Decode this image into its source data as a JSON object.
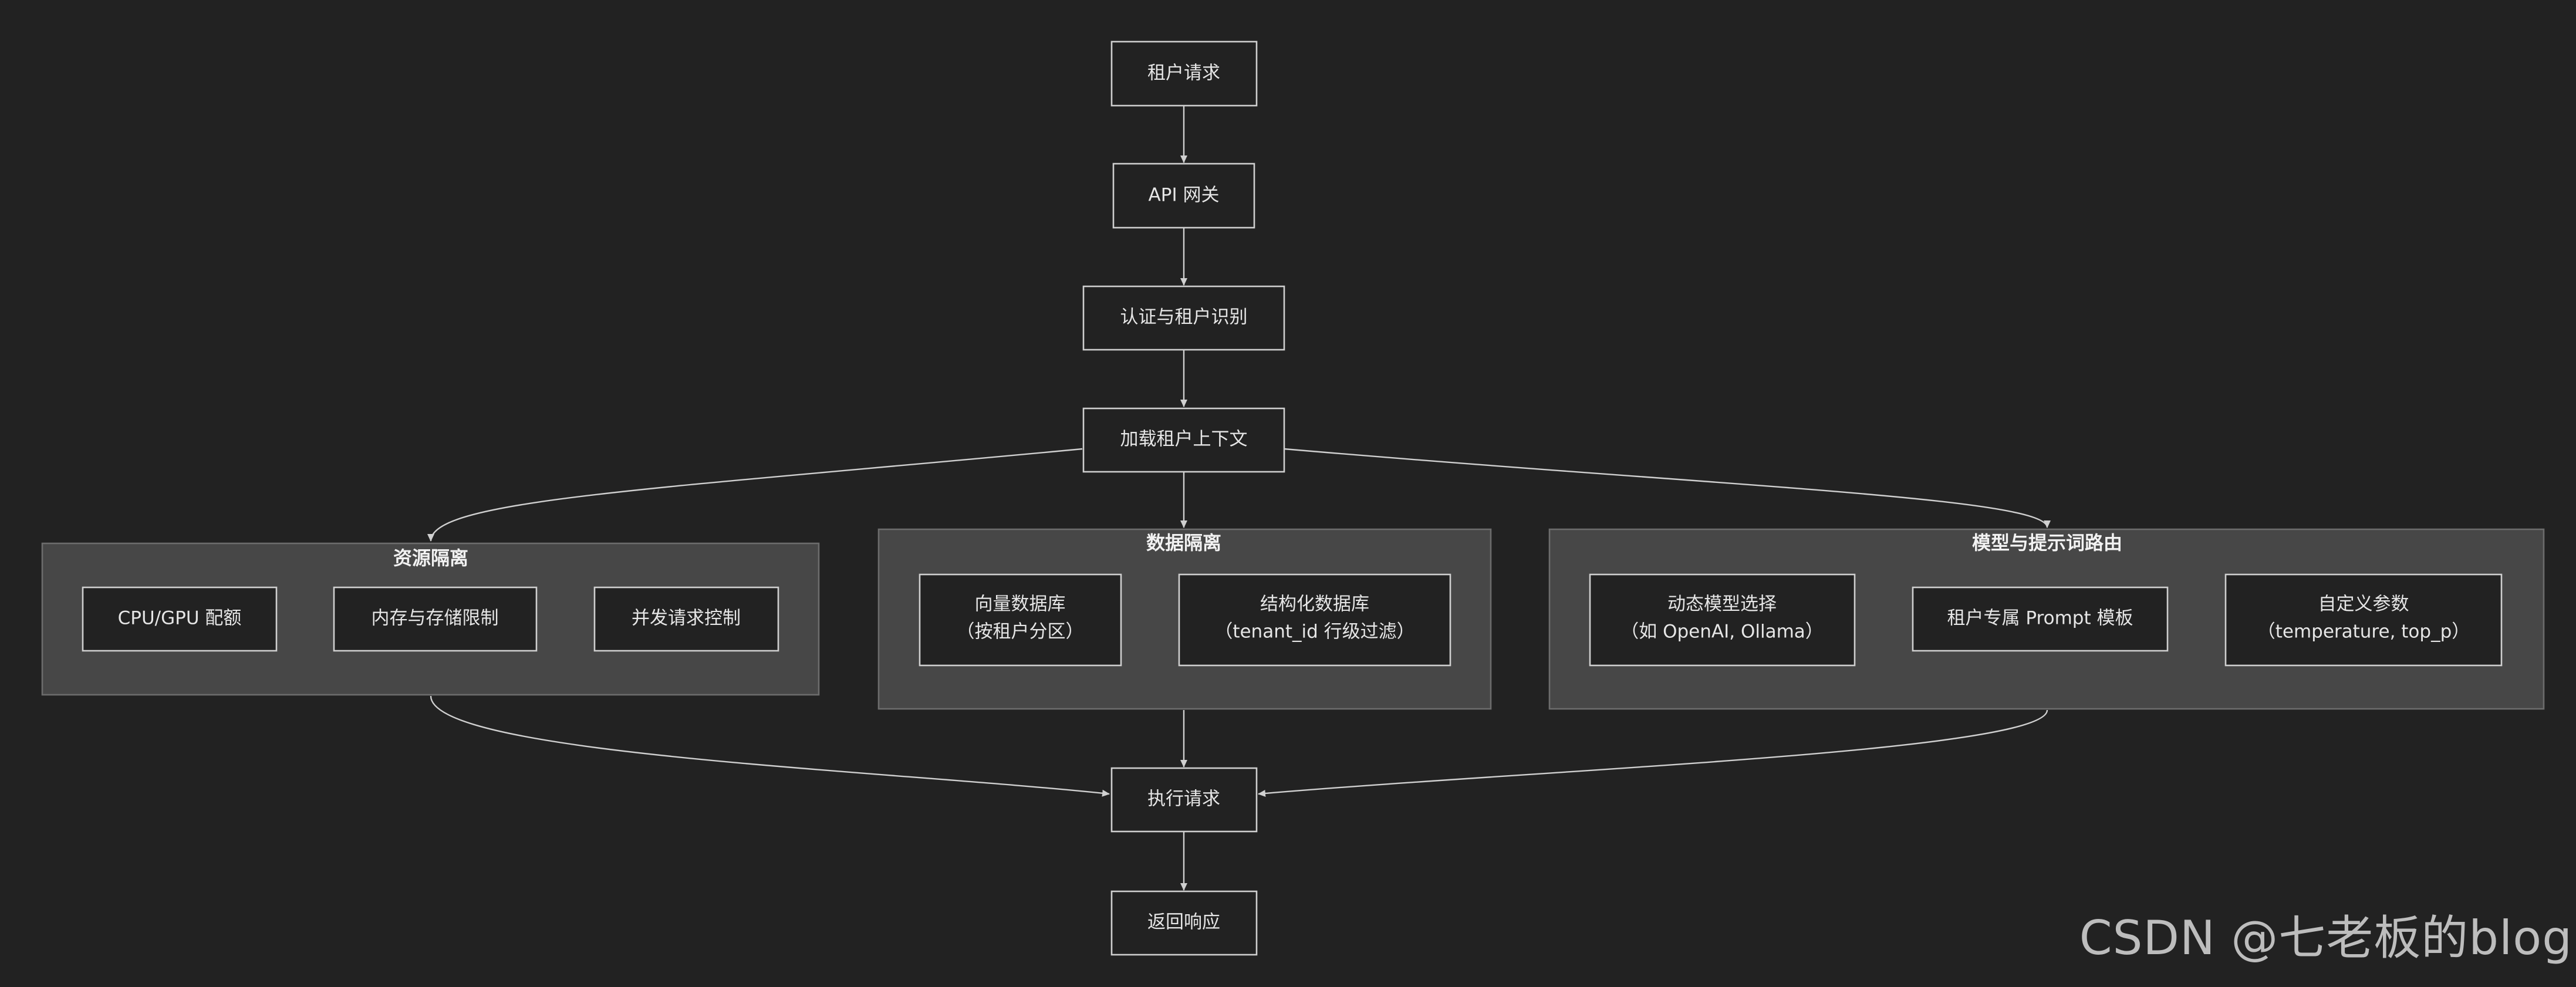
{
  "nodes": {
    "tenant_request": "租户请求",
    "api_gateway": "API 网关",
    "auth": "认证与租户识别",
    "load_context": "加载租户上下文",
    "execute": "执行请求",
    "response": "返回响应"
  },
  "groups": {
    "resource": {
      "title": "资源隔离",
      "items": [
        "CPU/GPU 配额",
        "内存与存储限制",
        "并发请求控制"
      ]
    },
    "data": {
      "title": "数据隔离",
      "vector_db": {
        "line1": "向量数据库",
        "line2": "（按租户分区）"
      },
      "structured_db": {
        "line1": "结构化数据库",
        "line2": "（tenant_id 行级过滤）"
      }
    },
    "model": {
      "title": "模型与提示词路由",
      "dynamic_model": {
        "line1": "动态模型选择",
        "line2": "（如 OpenAI, Ollama）"
      },
      "prompt_template": "租户专属 Prompt 模板",
      "custom_params": {
        "line1": "自定义参数",
        "line2": "（temperature, top_p）"
      }
    }
  },
  "watermark": "CSDN @七老板的blog",
  "colors": {
    "background": "#222222",
    "group_fill": "#474747",
    "node_stroke": "#cfcfcf",
    "text": "#e6e6e6"
  }
}
